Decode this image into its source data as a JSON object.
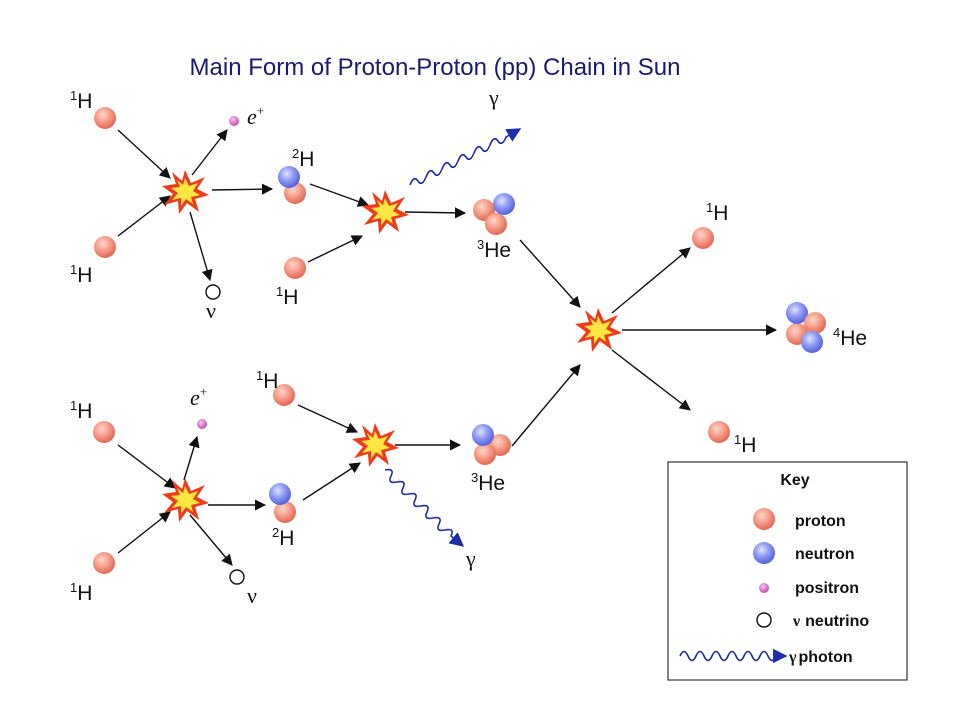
{
  "title": "Main Form of Proton-Proton (pp) Chain in Sun",
  "nucleus_labels": {
    "hydrogen_mass": "1",
    "hydrogen": "H",
    "deuterium_mass": "2",
    "deuterium": "H",
    "helium3_mass": "3",
    "helium3": "He",
    "helium4_mass": "4",
    "helium4": "He"
  },
  "symbols": {
    "positron": "e",
    "positron_charge": "+",
    "neutrino": "ν",
    "gamma": "γ"
  },
  "key": {
    "title": "Key",
    "proton": "proton",
    "neutron": "neutron",
    "positron": "positron",
    "neutrino_symbol": "ν",
    "neutrino": "neutrino",
    "photon_symbol": "γ",
    "photon": "photon"
  },
  "colors": {
    "proton": "#f08a7a",
    "neutron": "#6f7ff0",
    "positron": "#d860c8",
    "explosion_outer": "#f03a1a",
    "explosion_inner": "#ffe640",
    "photon": "#1f2ea8",
    "title": "#1a1a6e"
  }
}
